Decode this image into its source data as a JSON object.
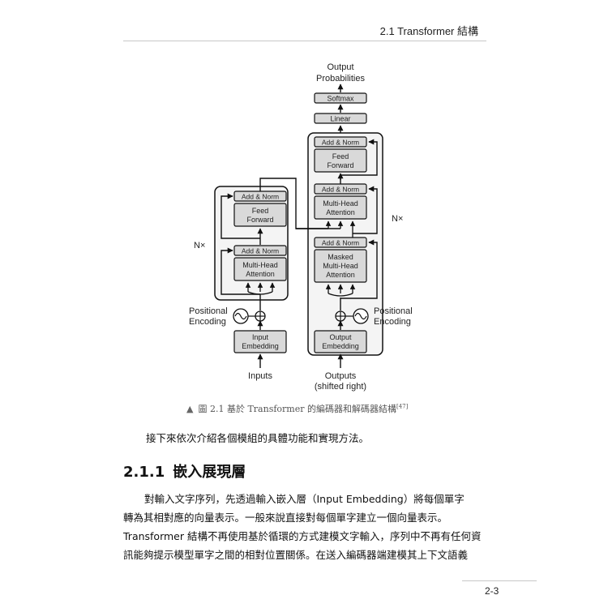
{
  "header": {
    "running_title": "2.1 Transformer 結構"
  },
  "figure": {
    "output_label_line1": "Output",
    "output_label_line2": "Probabilities",
    "softmax": "Softmax",
    "linear": "Linear",
    "add_norm": "Add & Norm",
    "feed_forward_line1": "Feed",
    "feed_forward_line2": "Forward",
    "multi_head_line1": "Multi-Head",
    "multi_head_line2": "Attention",
    "masked_line1": "Masked",
    "masked_line2": "Multi-Head",
    "masked_line3": "Attention",
    "nx": "N×",
    "positional_line1": "Positional",
    "positional_line2": "Encoding",
    "input_embedding_line1": "Input",
    "input_embedding_line2": "Embedding",
    "output_embedding_line1": "Output",
    "output_embedding_line2": "Embedding",
    "inputs": "Inputs",
    "outputs_line1": "Outputs",
    "outputs_line2": "(shifted right)",
    "plus_symbol": "⊕"
  },
  "caption": {
    "marker": "▲",
    "text": "圖 2.1 基於 Transformer 的編碼器和解碼器結構",
    "ref": "[47]"
  },
  "paragraph_intro": "接下來依次介紹各個模組的具體功能和實現方法。",
  "section": {
    "number": "2.1.1",
    "title": "嵌入展現層"
  },
  "body": {
    "line1": "對輸入文字序列，先透過輸入嵌入層（Input Embedding）將每個單字",
    "line2": "轉為其相對應的向量表示。一般來說直接對每個單字建立一個向量表示。",
    "line3": "Transformer 結構不再使用基於循環的方式建模文字輸入，序列中不再有任何資",
    "line4": "訊能夠提示模型單字之間的相對位置關係。在送入編碼器端建模其上下文語義"
  },
  "footer": {
    "page_number": "2-3"
  }
}
